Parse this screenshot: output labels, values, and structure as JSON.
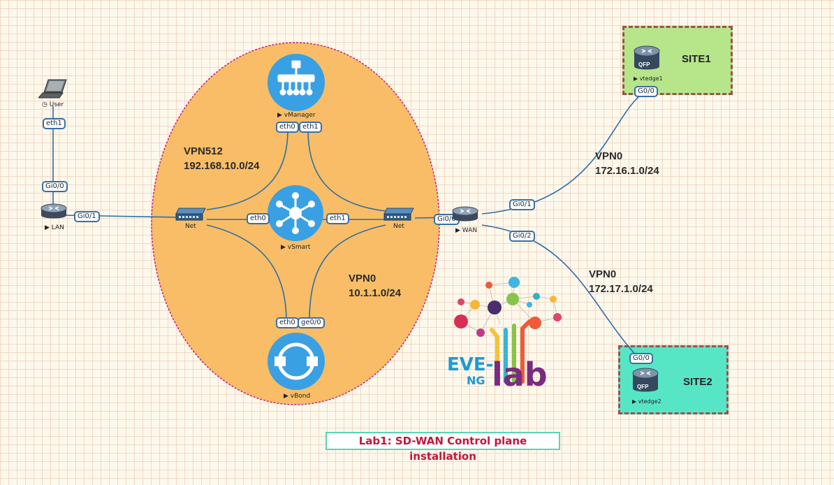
{
  "lab": {
    "title": "Lab1: SD-WAN Control plane installation"
  },
  "nodes": {
    "user": "User",
    "lan": "LAN",
    "net_left": "Net",
    "net_right": "Net",
    "vmanager": "vManager",
    "vsmart": "vSmart",
    "vbond": "vBond",
    "wan": "WAN",
    "vedge1": "vtedge1",
    "vedge2": "vtedge2"
  },
  "sites": {
    "site1": "SITE1",
    "site2": "SITE2"
  },
  "router_badge": "QFP",
  "ports": {
    "user_eth1": "eth1",
    "lan_gi00": "Gi0/0",
    "lan_gi01": "Gi0/1",
    "vmanager_eth0": "eth0",
    "vmanager_eth1": "eth1",
    "vsmart_eth0": "eth0",
    "vsmart_eth1": "eth1",
    "vbond_eth0": "eth0",
    "vbond_ge00": "ge0/0",
    "wan_gi00": "Gi0/0",
    "wan_gi01": "Gi0/1",
    "wan_gi02": "Gi0/2",
    "vedge1_g00": "G0/0",
    "vedge2_g00": "G0/0"
  },
  "networks": {
    "vpn512_name": "VPN512",
    "vpn512_subnet": "192.168.10.0/24",
    "vpn0_name": "VPN0",
    "vpn0_subnet": "10.1.1.0/24",
    "site1_vpn_name": "VPN0",
    "site1_vpn_subnet": "172.16.1.0/24",
    "site2_vpn_name": "VPN0",
    "site2_vpn_subnet": "172.17.1.0/24"
  },
  "logo": {
    "line1": "EVE-",
    "line2": "NG",
    "line3": "lab"
  },
  "colors": {
    "cloud_fill": "#f8bd66",
    "cloud_border": "#c81e8c",
    "site1_fill": "#b6e58a",
    "site2_fill": "#56e6c6",
    "site_border": "#a04e4e",
    "link": "#2e6ea6",
    "device_blue": "#39a0e4",
    "title_red": "#c4163a"
  }
}
